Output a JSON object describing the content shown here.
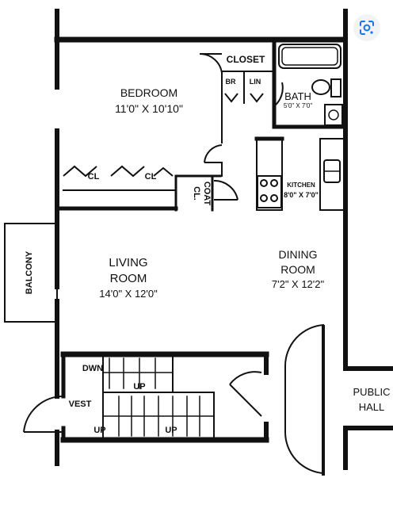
{
  "rooms": {
    "bedroom": {
      "name": "BEDROOM",
      "dims": "11'0\" X 10'10\""
    },
    "living": {
      "name_1": "LIVING",
      "name_2": "ROOM",
      "dims": "14'0\" X 12'0\""
    },
    "dining": {
      "name_1": "DINING",
      "name_2": "ROOM",
      "dims": "7'2\" X 12'2\""
    },
    "bath": {
      "name": "BATH",
      "dims": "5'0\" X 7'0\""
    },
    "kitchen": {
      "name": "KITCHEN",
      "dims": "8'0\" X 7'0\""
    },
    "closet": "CLOSET",
    "coat_cl": {
      "line_1": "COAT",
      "line_2": "CL."
    },
    "br": "BR",
    "lin": "LIN",
    "cl_1": "CL",
    "cl_2": "CL",
    "balcony": "BALCONY",
    "vest": "VEST",
    "public_hall": {
      "line_1": "PUBLIC",
      "line_2": "HALL"
    }
  },
  "stairs": {
    "dwn": "DWN",
    "up_1": "UP",
    "up_2": "UP",
    "up_3": "UP"
  },
  "colors": {
    "wall": "#111111",
    "lens_bg": "#f1f3f4",
    "lens_icon": "#1a73e8"
  },
  "icons": {
    "lens": "google-lens-icon"
  }
}
